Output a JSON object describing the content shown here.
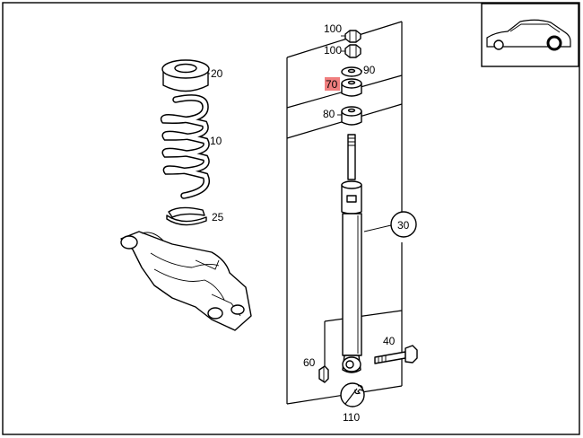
{
  "diagram": {
    "highlight_color": "#f07e7e",
    "callouts": [
      {
        "id": "20",
        "label": "20"
      },
      {
        "id": "10",
        "label": "10"
      },
      {
        "id": "25",
        "label": "25"
      },
      {
        "id": "100a",
        "label": "100"
      },
      {
        "id": "100b",
        "label": "100"
      },
      {
        "id": "90",
        "label": "90"
      },
      {
        "id": "70",
        "label": "70",
        "highlighted": true
      },
      {
        "id": "80",
        "label": "80"
      },
      {
        "id": "30",
        "label": "30"
      },
      {
        "id": "40",
        "label": "40"
      },
      {
        "id": "60",
        "label": "60"
      },
      {
        "id": "110",
        "label": "110"
      }
    ],
    "inset_icon": "car-side-rear-wheel-icon"
  }
}
